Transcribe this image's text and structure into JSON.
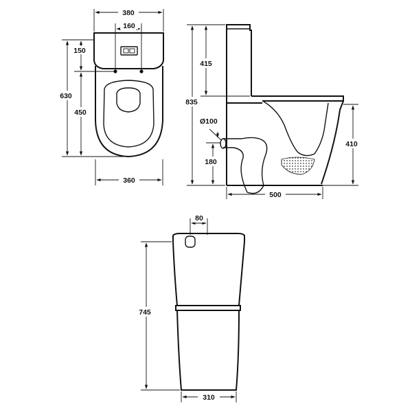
{
  "top_view": {
    "width_top": "380",
    "hole_spacing": "160",
    "tank_depth": "150",
    "overall_length": "630",
    "bowl_length": "450",
    "width_bottom": "360"
  },
  "side_view": {
    "tank_height": "415",
    "overall_height": "835",
    "pipe_diameter": "Ø100",
    "outlet_height": "180",
    "bowl_height": "410",
    "projection": "500"
  },
  "front_view": {
    "button_offset": "80",
    "overall_height": "745",
    "base_width": "310"
  }
}
